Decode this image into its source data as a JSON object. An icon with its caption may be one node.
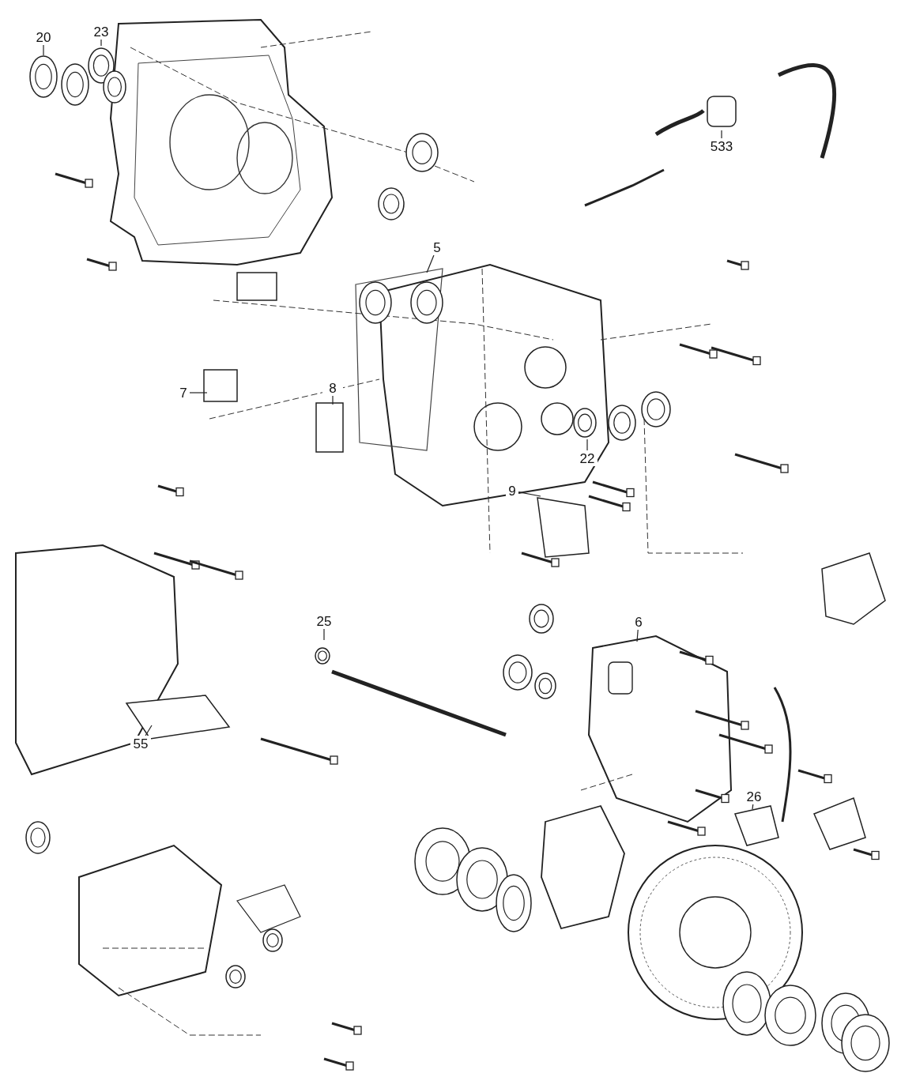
{
  "diagram": {
    "nodes": [
      {
        "text": [
          "20"
        ]
      },
      {
        "text": [
          "23"
        ]
      },
      {
        "text": [
          "533"
        ]
      },
      {
        "text": [
          "5"
        ]
      },
      {
        "text": [
          "7"
        ]
      },
      {
        "text": [
          "8"
        ]
      },
      {
        "text": [
          "22"
        ]
      },
      {
        "text": [
          "9"
        ]
      },
      {
        "text": [
          "25"
        ]
      },
      {
        "text": [
          "6"
        ]
      },
      {
        "text": [
          "55"
        ]
      },
      {
        "text": [
          "26"
        ]
      }
    ],
    "edges": [
      {
        "from": 0,
        "to": null,
        "arrow": "none"
      },
      {
        "from": 1,
        "to": null,
        "arrow": "none"
      },
      {
        "from": 2,
        "to": null,
        "arrow": "none"
      },
      {
        "from": 3,
        "to": null,
        "arrow": "none"
      },
      {
        "from": 4,
        "to": null,
        "arrow": "none"
      },
      {
        "from": 5,
        "to": null,
        "arrow": "none"
      },
      {
        "from": 6,
        "to": null,
        "arrow": "none"
      },
      {
        "from": 7,
        "to": null,
        "arrow": "none"
      },
      {
        "from": 8,
        "to": null,
        "arrow": "none"
      },
      {
        "from": 9,
        "to": null,
        "arrow": "none"
      },
      {
        "from": 10,
        "to": null,
        "arrow": "none"
      },
      {
        "from": 11,
        "to": null,
        "arrow": "none"
      }
    ]
  }
}
